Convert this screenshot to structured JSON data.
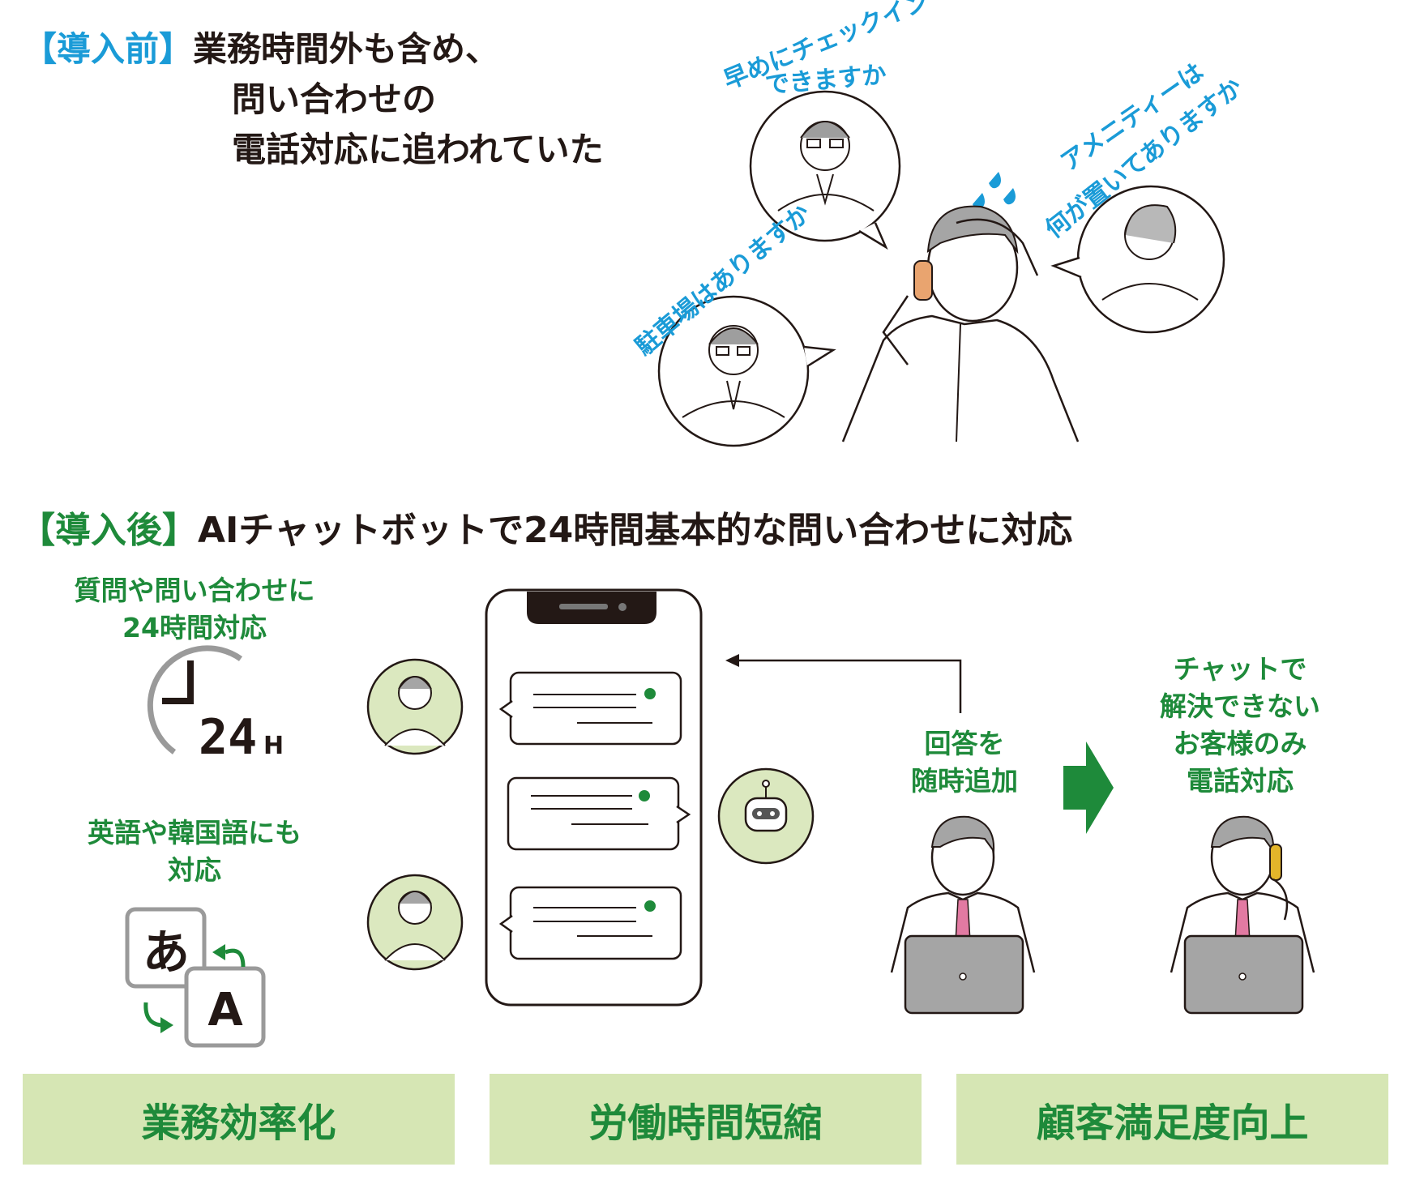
{
  "before": {
    "tag": "【導入前】",
    "lines": [
      "業務時間外も含め、",
      "問い合わせの",
      "電話対応に追われていた"
    ],
    "questions": [
      "早めにチェックイン",
      "できますか",
      "アメニティーは",
      "何が置いてありますか",
      "駐車場はありますか"
    ]
  },
  "after": {
    "tag": "【導入後】",
    "title": "AIチャットボットで24時間基本的な問い合わせに対応",
    "feature1": [
      "質問や問い合わせに",
      "24時間対応"
    ],
    "clock_label": "24",
    "clock_unit": "H",
    "feature2": [
      "英語や韓国語にも",
      "対応"
    ],
    "lang_jp": "あ",
    "lang_en": "A",
    "staff_caption": [
      "回答を",
      "随時追加"
    ],
    "phone_caption": [
      "チャットで",
      "解決できない",
      "お客様のみ",
      "電話対応"
    ]
  },
  "benefits": [
    "業務効率化",
    "労働時間短縮",
    "顧客満足度向上"
  ],
  "colors": {
    "blue": "#1a9bd7",
    "green": "#1e8a3a",
    "light_green": "#d6e6b4",
    "avatar_bg": "#dbe8bf",
    "phone_notch": "#231815"
  }
}
